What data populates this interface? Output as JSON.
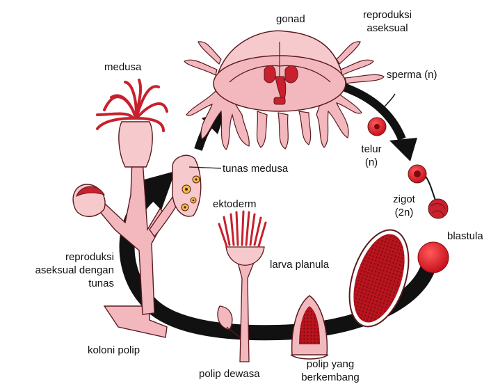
{
  "labels": {
    "gonad": "gonad",
    "reproduksi_aseksual": [
      "reproduksi",
      "aseksual"
    ],
    "sperma": "sperma (n)",
    "medusa": "medusa",
    "telur": [
      "telur",
      "(n)"
    ],
    "tunas_medusa": "tunas medusa",
    "zigot": [
      "zigot",
      "(2n)"
    ],
    "ektoderm": "ektoderm",
    "blastula": "blastula",
    "reproduksi_aseksual_tunas": [
      "reproduksi",
      "aseksual dengan",
      "tunas"
    ],
    "larva_planula": "larva planula",
    "koloni_polip": "koloni polip",
    "polip_dewasa": "polip dewasa",
    "polip_berkembang": [
      "polip yang",
      "berkembang"
    ]
  },
  "colors": {
    "cycle_arrow": "#111111",
    "tissue_pink": "#f2b8bd",
    "tissue_red": "#c8202c",
    "outline": "#5a1a1e"
  }
}
